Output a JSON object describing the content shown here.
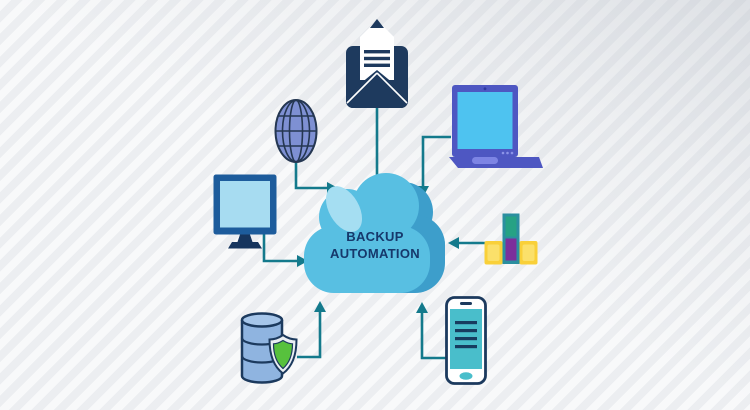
{
  "cloud": {
    "label_line1": "BACKUP",
    "label_line2": "AUTOMATION",
    "front_color": "#58bfe2",
    "back_color": "#3d9ecb",
    "highlight_color": "#a5def2",
    "text_color": "#16386b"
  },
  "connector_color": "#147a8c",
  "background": {
    "stripe_light": "#f8f9fa",
    "stripe_dark": "#eceef1"
  },
  "nodes": [
    {
      "id": "email",
      "icon": "email-envelope-icon",
      "color": "#1e3a5e"
    },
    {
      "id": "globe",
      "icon": "globe-icon",
      "color": "#7e90d3"
    },
    {
      "id": "laptop",
      "icon": "laptop-icon",
      "color": "#4e57c2",
      "screen_color": "#4ec3f0"
    },
    {
      "id": "desktop-monitor",
      "icon": "desktop-monitor-icon",
      "color": "#1d5c9c",
      "screen_color": "#a7dcf1"
    },
    {
      "id": "storage-blocks",
      "icon": "storage-blocks-icon",
      "green": "#26a284",
      "purple": "#7c2f9b",
      "yellow": "#f9d039"
    },
    {
      "id": "database-security",
      "icon": "database-shield-icon",
      "color": "#8fb4e0",
      "shield_color": "#57c13d"
    },
    {
      "id": "smartphone",
      "icon": "smartphone-icon",
      "screen_color": "#49becb"
    }
  ]
}
